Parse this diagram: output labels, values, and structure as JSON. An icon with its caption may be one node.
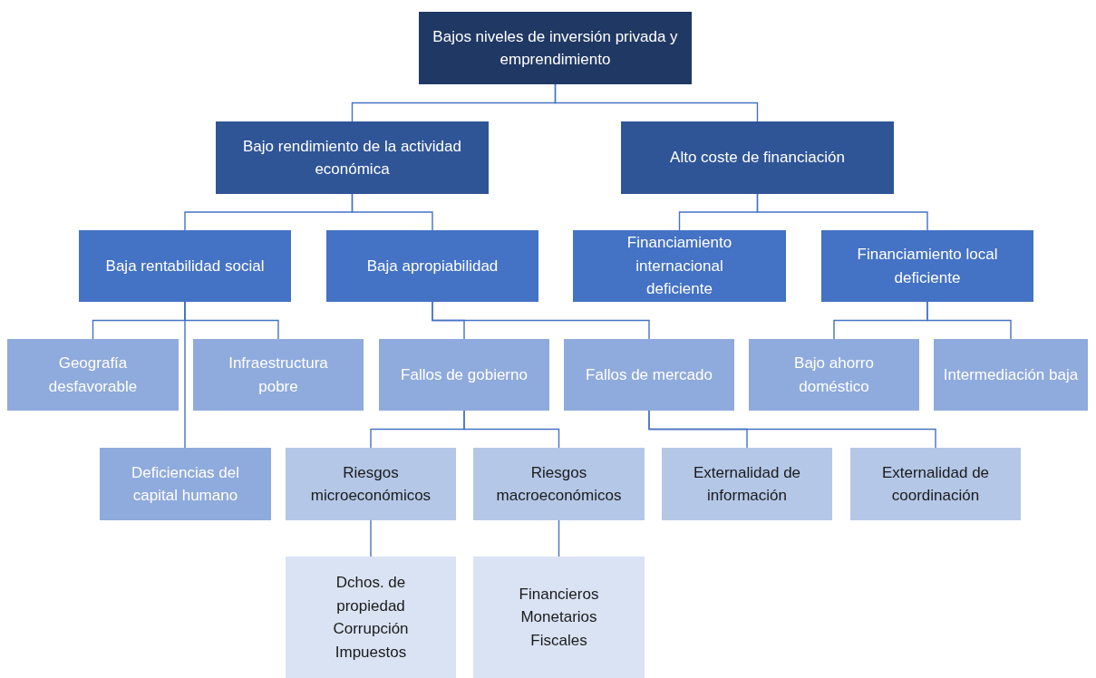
{
  "diagram": {
    "nodes": [
      {
        "text": [
          "Bajos niveles de inversión privada y emprendimiento"
        ]
      },
      {
        "text": [
          "Bajo rendimiento de la actividad económica"
        ]
      },
      {
        "text": [
          "Alto coste de financiación"
        ]
      },
      {
        "text": [
          "Baja rentabilidad social"
        ]
      },
      {
        "text": [
          "Baja apropiabilidad"
        ]
      },
      {
        "text": [
          "Financiamiento internacional deficiente"
        ]
      },
      {
        "text": [
          "Financiamiento local deficiente"
        ]
      },
      {
        "text": [
          "Geografía desfavorable"
        ]
      },
      {
        "text": [
          "Infraestructura pobre"
        ]
      },
      {
        "text": [
          "Fallos de gobierno"
        ]
      },
      {
        "text": [
          "Fallos de mercado"
        ]
      },
      {
        "text": [
          "Bajo ahorro doméstico"
        ]
      },
      {
        "text": [
          "Intermediación baja"
        ]
      },
      {
        "text": [
          "Deficiencias del capital humano"
        ]
      },
      {
        "text": [
          "Riesgos microeconómicos"
        ]
      },
      {
        "text": [
          "Riesgos macroeconómicos"
        ]
      },
      {
        "text": [
          "Externalidad de información"
        ]
      },
      {
        "text": [
          "Externalidad de coordinación"
        ]
      },
      {
        "text": [
          "Dchos. de propiedad",
          "Corrupción",
          "Impuestos"
        ]
      },
      {
        "text": [
          "Financieros",
          "Monetarios",
          "Fiscales"
        ]
      }
    ],
    "edges": [
      {
        "from": 0,
        "to": 1,
        "arrow": "none"
      },
      {
        "from": 0,
        "to": 2,
        "arrow": "none"
      },
      {
        "from": 1,
        "to": 3,
        "arrow": "none"
      },
      {
        "from": 1,
        "to": 4,
        "arrow": "none"
      },
      {
        "from": 2,
        "to": 5,
        "arrow": "none"
      },
      {
        "from": 2,
        "to": 6,
        "arrow": "none"
      },
      {
        "from": 3,
        "to": 7,
        "arrow": "none"
      },
      {
        "from": 3,
        "to": 8,
        "arrow": "none"
      },
      {
        "from": 3,
        "to": 13,
        "arrow": "none"
      },
      {
        "from": 4,
        "to": 9,
        "arrow": "none"
      },
      {
        "from": 4,
        "to": 10,
        "arrow": "none"
      },
      {
        "from": 6,
        "to": 11,
        "arrow": "none"
      },
      {
        "from": 6,
        "to": 12,
        "arrow": "none"
      },
      {
        "from": 9,
        "to": 14,
        "arrow": "none"
      },
      {
        "from": 9,
        "to": 15,
        "arrow": "none"
      },
      {
        "from": 10,
        "to": 16,
        "arrow": "none"
      },
      {
        "from": 10,
        "to": 17,
        "arrow": "none"
      },
      {
        "from": 14,
        "to": 18,
        "arrow": "none"
      },
      {
        "from": 15,
        "to": 19,
        "arrow": "none"
      }
    ]
  }
}
